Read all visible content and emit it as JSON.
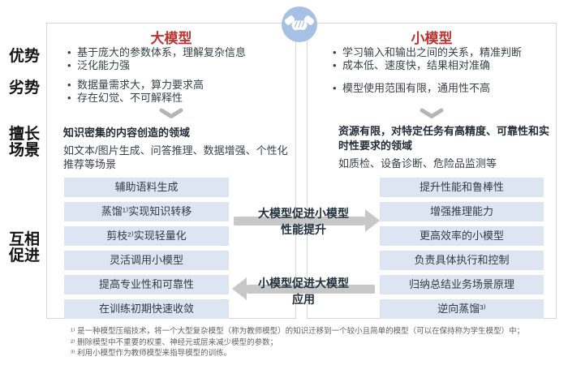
{
  "colors": {
    "title_red": "#bf332c",
    "box_blue": "#dde5f2",
    "arrow_gray": "#c8c8c8",
    "circle_blue": "#a6c1e3",
    "panel_border": "#d6d6d6",
    "text_dark": "#3a4149"
  },
  "side_labels": {
    "advantage": "优势",
    "disadvantage": "劣势",
    "scenario": "擅长\n场景",
    "mutual": "互相\n促进"
  },
  "large_model": {
    "title": "大模型",
    "advantages": [
      "基于庞大的参数体系，理解复杂信息",
      "泛化能力强"
    ],
    "disadvantages": [
      "数据量需求大，算力要求高",
      "存在幻觉、不可解释性"
    ],
    "scenario_title": "知识密集的内容创造的领域",
    "scenario_desc": "如文本/图片生成、问答推理、数据增强、个性化推荐等场景",
    "boxes": [
      "辅助语料生成",
      "蒸馏¹⁾实现知识转移",
      "剪枝²⁾实现轻量化",
      "灵活调用小模型",
      "提高专业性和可靠性",
      "在训练初期快速收敛"
    ]
  },
  "small_model": {
    "title": "小模型",
    "advantages": [
      "学习输入和输出之间的关系，精准判断",
      "成本低、速度快，结果相对准确"
    ],
    "disadvantages": [
      "模型使用范围有限，通用性不高"
    ],
    "scenario_title": "资源有限，对特定任务有高精度、可靠性和实时性要求的领域",
    "scenario_desc": "如质检、设备诊断、危险品监测等",
    "boxes": [
      "提升性能和鲁棒性",
      "增强推理能力",
      "更高效率的小模型",
      "负责具体执行和控制",
      "归纳总结业务场景原理",
      "逆向蒸馏³⁾"
    ]
  },
  "arrows": {
    "large_to_small_line1": "大模型促进小模型",
    "large_to_small_line2": "性能提升",
    "small_to_large_line1": "小模型促进大模型",
    "small_to_large_line2": "应用"
  },
  "footnotes": [
    "¹⁾ 是一种模型压缩技术，将一个大型复杂模型（称为教师模型）的知识迁移到一个较小且简单的模型（可以在保持称为学生模型）中；",
    "²⁾ 删除模型中不重要的权重、神经元或层来减少模型的参数；",
    "³⁾ 利用小模型作为教师模型来指导模型的训练。"
  ]
}
